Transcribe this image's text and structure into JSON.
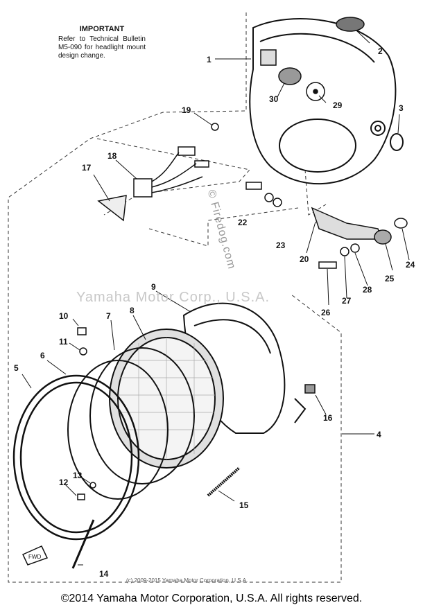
{
  "note": {
    "title": "IMPORTANT",
    "body": "Refer to Technical Bulletin M5-090 for headlight mount design change."
  },
  "watermark": "Yamaha Motor Corp., U.S.A.",
  "site_watermark": "© Firedog.com",
  "small_copyright": "(c) 2009-2015 Yamaha Motor Corporation, U.S.A.",
  "copyright": "©2014 Yamaha Motor Corporation, U.S.A. All rights reserved.",
  "callouts": [
    "1",
    "2",
    "3",
    "4",
    "5",
    "6",
    "7",
    "8",
    "9",
    "10",
    "11",
    "12",
    "13",
    "14",
    "15",
    "16",
    "17",
    "18",
    "19",
    "20",
    "22",
    "23",
    "24",
    "25",
    "26",
    "27",
    "28",
    "29",
    "30"
  ],
  "fwd_label": "FWD"
}
